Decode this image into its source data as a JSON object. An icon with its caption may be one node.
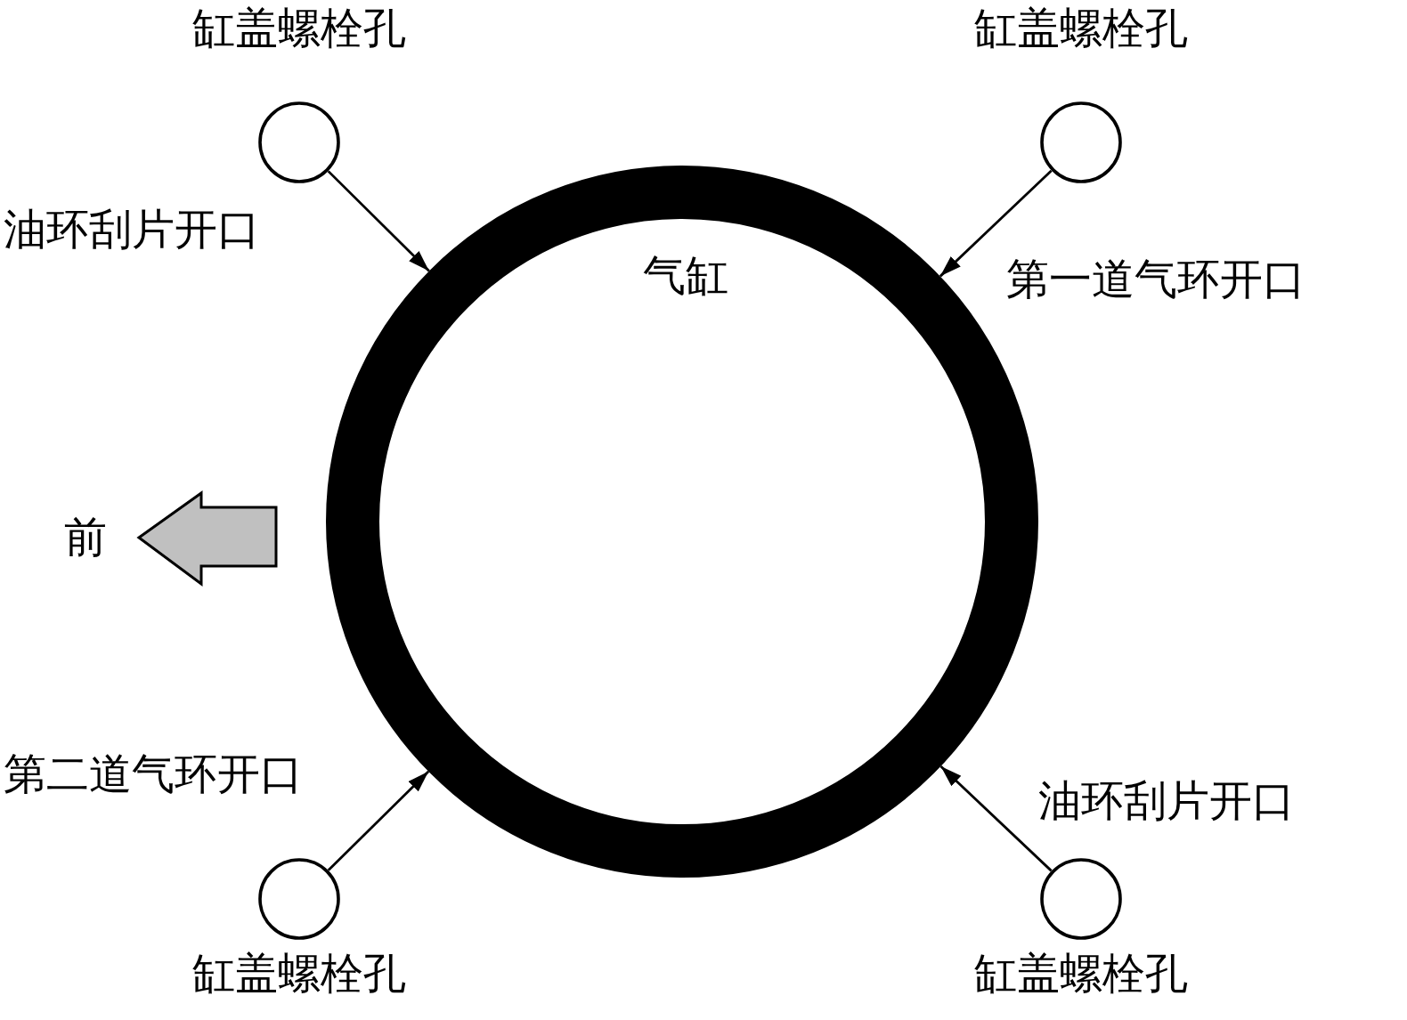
{
  "diagram": {
    "nodes": [
      {
        "text": [
          "缸盖螺栓孔"
        ]
      },
      {
        "text": [
          "缸盖螺栓孔"
        ]
      },
      {
        "text": [
          "气缸"
        ]
      },
      {
        "text": [
          "缸盖螺栓孔"
        ]
      },
      {
        "text": [
          "缸盖螺栓孔"
        ]
      }
    ],
    "edges": [
      {
        "from": 0,
        "to": 2,
        "arrow": "to",
        "label": "油环刮片开口"
      },
      {
        "from": 1,
        "to": 2,
        "arrow": "to",
        "label": "第一道气环开口"
      },
      {
        "from": 3,
        "to": 2,
        "arrow": "to",
        "label": "第二道气环开口"
      },
      {
        "from": 4,
        "to": 2,
        "arrow": "to",
        "label": "油环刮片开口"
      }
    ],
    "labels": [
      "前"
    ]
  }
}
